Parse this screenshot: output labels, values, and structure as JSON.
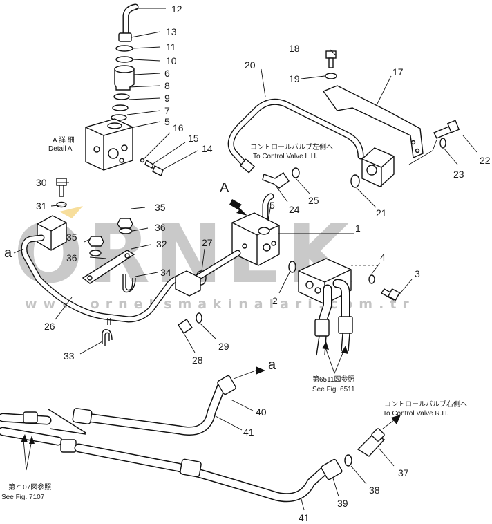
{
  "watermark": {
    "brand": "ORNEK",
    "site": "www.orneksmakinalari.com.tr"
  },
  "part_numbers": [
    "1",
    "2",
    "3",
    "4",
    "5",
    "5",
    "6",
    "7",
    "8",
    "9",
    "10",
    "11",
    "12",
    "13",
    "14",
    "15",
    "16",
    "17",
    "18",
    "19",
    "20",
    "21",
    "22",
    "23",
    "24",
    "25",
    "26",
    "27",
    "28",
    "29",
    "30",
    "31",
    "32",
    "33",
    "34",
    "35",
    "35",
    "36",
    "36",
    "37",
    "38",
    "39",
    "40",
    "41",
    "41"
  ],
  "detail_label": {
    "letter": "A",
    "jp": "A 詳 細",
    "en": "Detail A"
  },
  "connection_label": "a",
  "notes": {
    "control_valve_lh_jp": "コントロールバルブ左側へ",
    "control_valve_lh_en": "To Control Valve L.H.",
    "control_valve_rh_jp": "コントロールバルブ右側へ",
    "control_valve_rh_en": "To Control Valve R.H.",
    "fig6511_jp": "第6511図参照",
    "fig6511_en": "See Fig. 6511",
    "fig7107_jp": "第7107図参照",
    "fig7107_en": "See Fig. 7107"
  },
  "colors": {
    "line": "#111111",
    "watermark": "#c9c9c9",
    "watermark_accent": "#f1c34a"
  }
}
